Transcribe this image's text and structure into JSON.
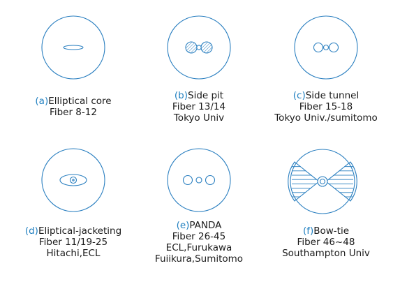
{
  "colors": {
    "stroke": "#2a7fc0",
    "letter": "#1f7fc0",
    "text": "#1a1a1a"
  },
  "fibers": [
    {
      "letter": "(a)",
      "name": "Elliptical core",
      "lines": [
        "Fiber 8-12"
      ]
    },
    {
      "letter": "(b)",
      "name": "Side pit",
      "lines": [
        "Fiber 13/14",
        "Tokyo Univ"
      ]
    },
    {
      "letter": "(c)",
      "name": "Side tunnel",
      "lines": [
        "Fiber 15-18",
        "Tokyo Univ./sumitomo"
      ]
    },
    {
      "letter": "(d)",
      "name": "Eliptical-jacketing",
      "lines": [
        "Fiber 11/19-25",
        "Hitachi,ECL"
      ]
    },
    {
      "letter": "(e)",
      "name": "PANDA",
      "lines": [
        "Fiber 26-45",
        "ECL,Furukawa",
        "Fuiikura,Sumitomo"
      ]
    },
    {
      "letter": "(f)",
      "name": "Bow-tie",
      "lines": [
        "Fiber 46~48",
        "Southampton Univ"
      ]
    }
  ]
}
